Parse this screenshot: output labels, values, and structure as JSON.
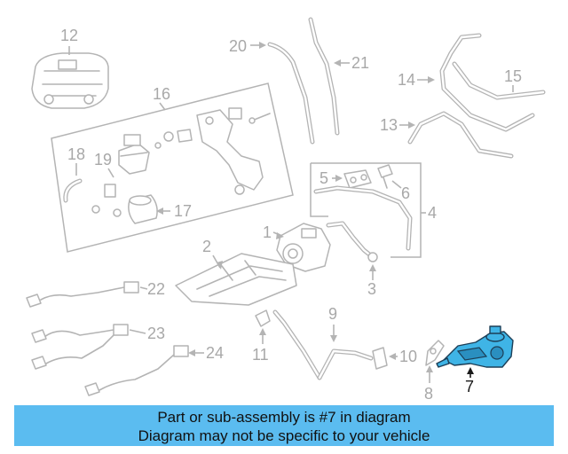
{
  "diagram": {
    "callouts": [
      "1",
      "2",
      "3",
      "4",
      "5",
      "6",
      "7",
      "8",
      "9",
      "10",
      "11",
      "12",
      "13",
      "14",
      "15",
      "16",
      "17",
      "18",
      "19",
      "20",
      "21",
      "22",
      "23",
      "24"
    ],
    "highlighted_callout": "7",
    "highlight_color": "#3fb4e6",
    "line_color": "#b4b4b4"
  },
  "banner": {
    "line1": "Part or sub-assembly is #7 in diagram",
    "line2": "Diagram may not be specific to your vehicle",
    "background": "#5bbcf0"
  }
}
